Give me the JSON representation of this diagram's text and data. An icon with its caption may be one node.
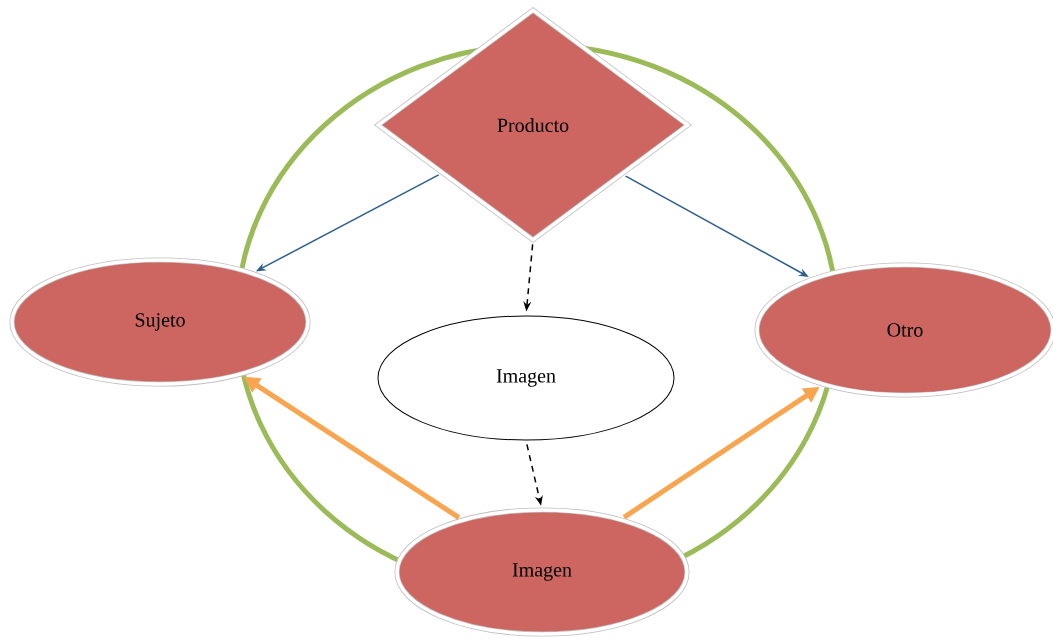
{
  "diagram": {
    "nodes": [
      {
        "text": [
          "Producto"
        ]
      },
      {
        "text": [
          "Sujeto"
        ]
      },
      {
        "text": [
          "Otro"
        ]
      },
      {
        "text": [
          "Imagen"
        ]
      },
      {
        "text": [
          "Imagen"
        ]
      }
    ],
    "edges": [
      {
        "from": 0,
        "to": 1,
        "arrow": "to",
        "color": "#2e5e8e"
      },
      {
        "from": 0,
        "to": 2,
        "arrow": "to",
        "color": "#2e5e8e"
      },
      {
        "from": 0,
        "to": 3,
        "arrow": "to",
        "style": "dashed",
        "color": "#000000"
      },
      {
        "from": 3,
        "to": 4,
        "arrow": "to",
        "style": "dashed",
        "color": "#000000"
      },
      {
        "from": 4,
        "to": 1,
        "arrow": "to",
        "style": "thick",
        "color": "#f9a44f"
      },
      {
        "from": 4,
        "to": 2,
        "arrow": "to",
        "style": "thick",
        "color": "#f9a44f"
      }
    ]
  }
}
